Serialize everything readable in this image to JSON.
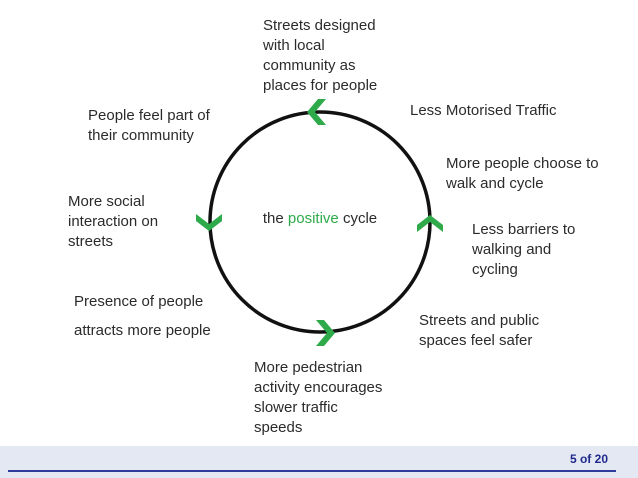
{
  "diagram": {
    "center": {
      "prefix": "the",
      "accent": "positive",
      "suffix": "cycle"
    },
    "nodes": [
      "Streets designed\nwith local\ncommunity as\nplaces for people",
      "Less Motorised Traffic",
      "More people choose to\nwalk and cycle",
      "Less barriers to\nwalking and\ncycling",
      "Streets and public\nspaces feel safer",
      "More pedestrian\nactivity encourages\nslower traffic\nspeeds",
      "Presence of people",
      "attracts more people",
      "More social\ninteraction on\nstreets",
      "People feel part of\ntheir community"
    ],
    "colors": {
      "circle": "#111111",
      "arrow": "#2eaa4a"
    }
  },
  "footer": {
    "page": "5",
    "of_label": "of",
    "total": "20"
  }
}
